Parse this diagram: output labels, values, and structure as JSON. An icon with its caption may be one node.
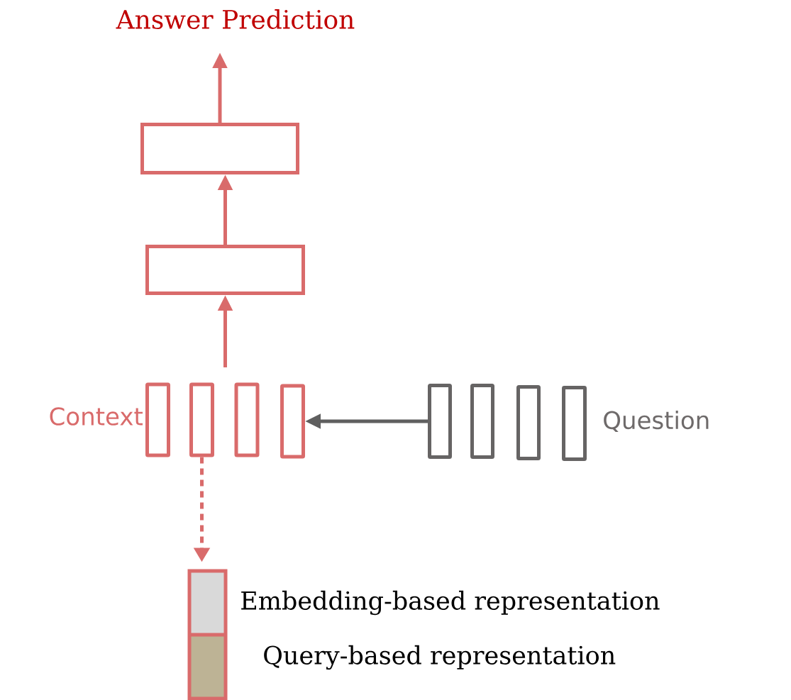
{
  "diagram": {
    "nodes": [
      {
        "text": [
          "Answer Prediction"
        ]
      },
      {
        "text": [],
        "shape": "box"
      },
      {
        "text": [],
        "shape": "box"
      },
      {
        "text": [],
        "shape": "bar",
        "beside": [
          "Context"
        ]
      },
      {
        "text": [],
        "shape": "bar"
      },
      {
        "text": [],
        "shape": "bar"
      },
      {
        "text": [],
        "shape": "bar"
      },
      {
        "text": [],
        "shape": "bar"
      },
      {
        "text": [],
        "shape": "bar"
      },
      {
        "text": [],
        "shape": "bar"
      },
      {
        "text": [],
        "shape": "bar",
        "beside": [
          "Question"
        ]
      },
      {
        "text": [],
        "shape": "bar"
      }
    ],
    "edges": [
      {
        "from": null,
        "to": 2,
        "arrow": "to"
      },
      {
        "from": 2,
        "to": 1,
        "arrow": "to"
      },
      {
        "from": 1,
        "to": 0,
        "arrow": "to"
      },
      {
        "from": 7,
        "to": 6,
        "arrow": "to",
        "color": "#5f5f5f"
      },
      {
        "from": 4,
        "to": 11,
        "arrow": "to",
        "style": "dashed"
      }
    ],
    "legend": [
      {
        "text": "Embedding-based representation",
        "color": "#d9d9d9"
      },
      {
        "text": "Query-based representation",
        "color": "#bdb395"
      }
    ]
  }
}
